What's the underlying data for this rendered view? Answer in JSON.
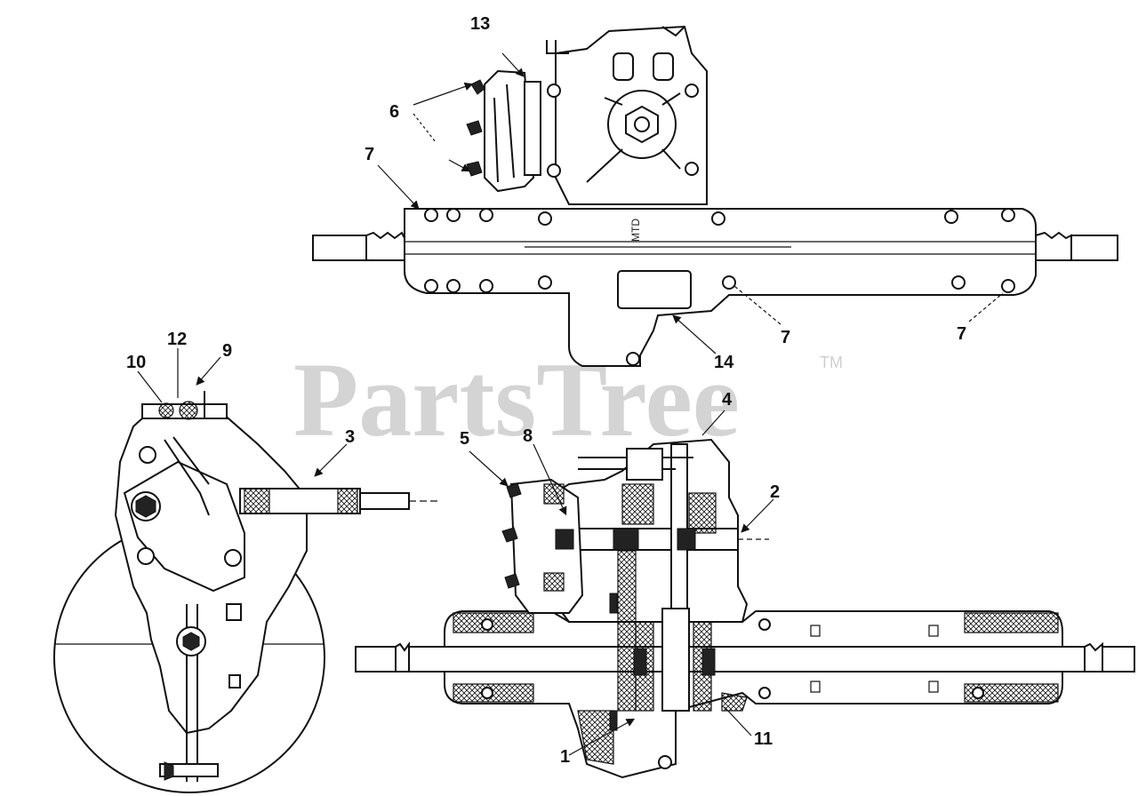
{
  "watermark": {
    "text": "PartsTree",
    "mark": "TM"
  },
  "housing_stamp": "MTD",
  "callouts": [
    "1",
    "2",
    "3",
    "4",
    "5",
    "6",
    "7",
    "8",
    "9",
    "10",
    "11",
    "12",
    "13",
    "14"
  ],
  "extra_callouts": {
    "seven_b": "7",
    "seven_c": "7"
  }
}
